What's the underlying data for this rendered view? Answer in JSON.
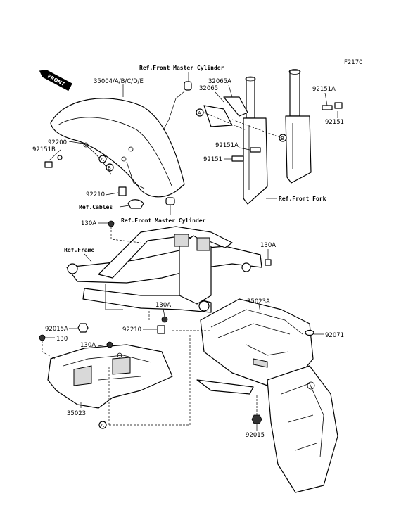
{
  "diagram": {
    "code": "F2170",
    "front_badge": "FRONT",
    "callouts": {
      "fender_front": "35004/A/B/C/D/E",
      "ref_front_master_cyl_top": "Ref.Front Master Cylinder",
      "bracket_32065A": "32065A",
      "bracket_32065": "32065",
      "bolt_92151A_right": "92151A",
      "bolt_92151_right": "92151",
      "bolt_92151A_mid": "92151A",
      "bolt_92151_mid": "92151",
      "ref_front_fork": "Ref.Front Fork",
      "bolt_92200": "92200",
      "bolt_92151B": "92151B",
      "clamp_92210_top": "92210",
      "ref_cables": "Ref.Cables",
      "ref_front_master_cyl_mid": "Ref.Front Master Cylinder",
      "bolt_130A_1": "130A",
      "ref_frame": "Ref.Frame",
      "bolt_130A_2": "130A",
      "bolt_130A_3": "130A",
      "fender_35023A": "35023A",
      "clamp_92210_mid": "92210",
      "nut_92015A": "92015A",
      "bolt_130": "130",
      "bolt_130A_4": "130A",
      "grommet_92071": "92071",
      "fender_35023": "35023",
      "nut_92015": "92015"
    },
    "markers": {
      "a_left": "A",
      "b_left": "B",
      "a_fork": "A",
      "b_fork": "B",
      "a_lower": "A"
    }
  }
}
